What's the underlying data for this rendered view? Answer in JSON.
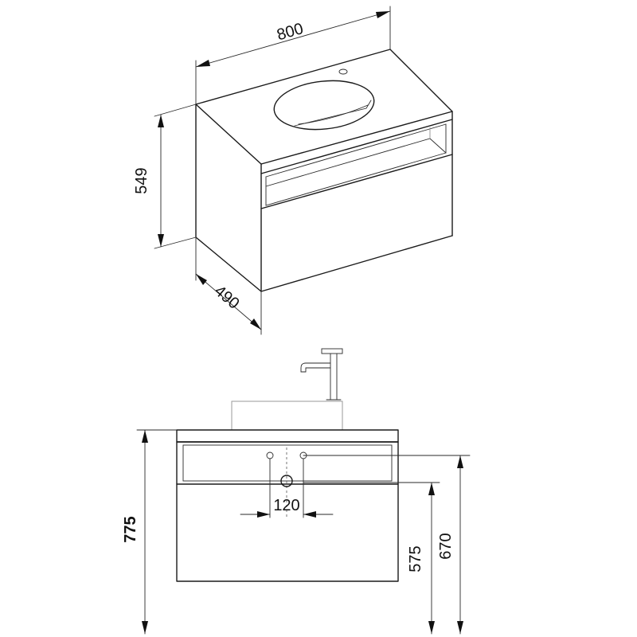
{
  "diagram": {
    "isometric_view": {
      "width_label": "800",
      "height_label": "549",
      "depth_label": "490"
    },
    "front_view": {
      "total_height_label": "775",
      "hole_spacing_label": "120",
      "height_575_label": "575",
      "height_670_label": "670"
    }
  }
}
